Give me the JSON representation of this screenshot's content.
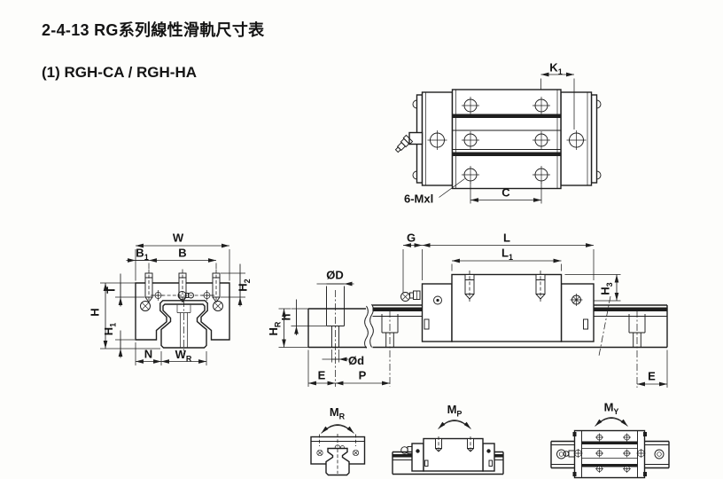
{
  "header": {
    "title": "2-4-13 RG系列線性滑軌尺寸表",
    "model": "(1) RGH-CA / RGH-HA"
  },
  "labels": {
    "top": {
      "k1": {
        "text": "K",
        "sub": "1"
      },
      "c": {
        "text": "C"
      },
      "bolt": {
        "text": "6-Mxl"
      }
    },
    "front": {
      "w": {
        "text": "W"
      },
      "b1": {
        "text": "B",
        "sub": "1"
      },
      "b": {
        "text": "B"
      },
      "t": {
        "text": "T"
      },
      "h": {
        "text": "H"
      },
      "h1": {
        "text": "H",
        "sub": "1"
      },
      "h2": {
        "text": "H",
        "sub": "2"
      },
      "n": {
        "text": "N"
      },
      "wr": {
        "text": "W",
        "sub": "R"
      }
    },
    "rail": {
      "od": {
        "text": "ØD"
      },
      "odl": {
        "text": "Ød"
      },
      "h": {
        "text": "h"
      },
      "hr": {
        "text": "H",
        "sub": "R"
      },
      "e": {
        "text": "E"
      },
      "p": {
        "text": "P"
      }
    },
    "side": {
      "g": {
        "text": "G"
      },
      "l": {
        "text": "L"
      },
      "l1": {
        "text": "L",
        "sub": "1"
      },
      "h3": {
        "text": "H",
        "sub": "3"
      },
      "e": {
        "text": "E"
      }
    },
    "moments": {
      "mr": {
        "text": "M",
        "sub": "R"
      },
      "mp": {
        "text": "M",
        "sub": "P"
      },
      "my": {
        "text": "M",
        "sub": "Y"
      }
    }
  },
  "colors": {
    "line": "#1e1e1e",
    "background": "#fdfdfb",
    "text": "#141414"
  }
}
